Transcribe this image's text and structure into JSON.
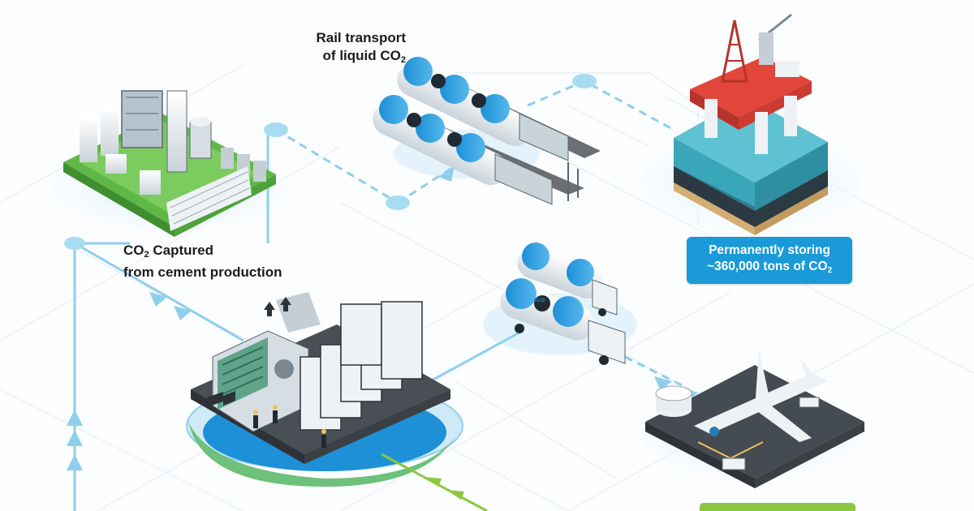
{
  "labels": {
    "rail_line1": "Rail transport",
    "rail_line2_prefix": "of liquid CO",
    "rail_line2_sub": "2",
    "captured_prefix": "CO",
    "captured_sub": "2",
    "captured_line1_rest": " Captured",
    "captured_line2": "from cement production"
  },
  "badge": {
    "line1": "Permanently storing",
    "line2_prefix": "~360,000 tons of CO",
    "line2_sub": "2"
  },
  "truck_marking": "ECO",
  "colors": {
    "flow_blue": "#8fcfec",
    "badge_blue": "#1a9ad6",
    "flow_green": "#8cc63f",
    "plant_green": "#5fb845",
    "sea_teal": "#3aa6b9",
    "rig_red": "#e2463a"
  }
}
